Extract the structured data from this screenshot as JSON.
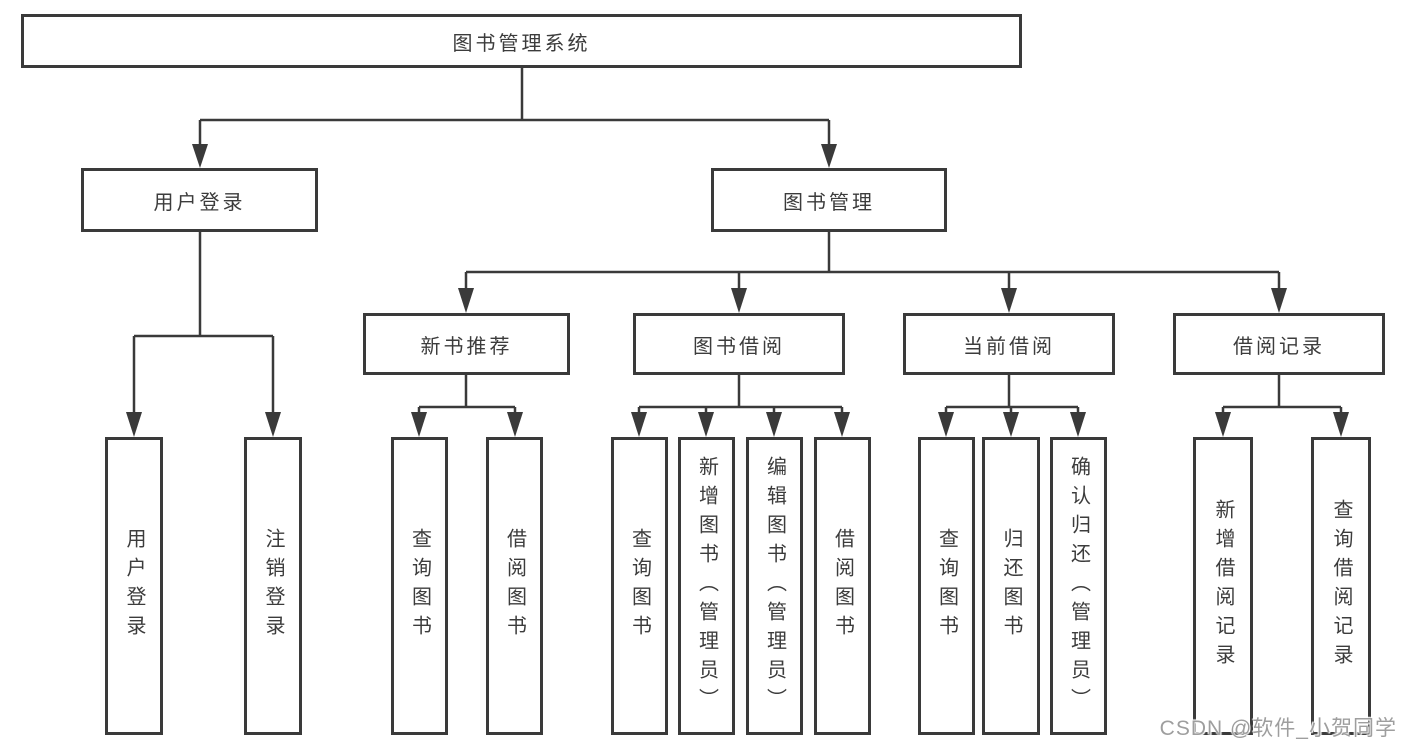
{
  "diagram": {
    "root": {
      "label": "图书管理系统"
    },
    "level2": [
      {
        "label": "用户登录"
      },
      {
        "label": "图书管理"
      }
    ],
    "level3": [
      {
        "label": "新书推荐"
      },
      {
        "label": "图书借阅"
      },
      {
        "label": "当前借阅"
      },
      {
        "label": "借阅记录"
      }
    ],
    "leaves": {
      "user_login": [
        {
          "label": "用户登录"
        },
        {
          "label": "注销登录"
        }
      ],
      "new_book": [
        {
          "label": "查询图书"
        },
        {
          "label": "借阅图书"
        }
      ],
      "book_borrow": [
        {
          "label": "查询图书"
        },
        {
          "label": "新增图书（管理员）"
        },
        {
          "label": "编辑图书（管理员）"
        },
        {
          "label": "借阅图书"
        }
      ],
      "current_borrow": [
        {
          "label": "查询图书"
        },
        {
          "label": "归还图书"
        },
        {
          "label": "确认归还（管理员）"
        }
      ],
      "borrow_record": [
        {
          "label": "新增借阅记录"
        },
        {
          "label": "查询借阅记录"
        }
      ]
    }
  },
  "watermark": {
    "text": "CSDN @软件_小贺同学"
  },
  "colors": {
    "line": "#3a3a3a",
    "text": "#3c3c3c",
    "watermark": "#9e9e9e",
    "background": "#ffffff"
  }
}
